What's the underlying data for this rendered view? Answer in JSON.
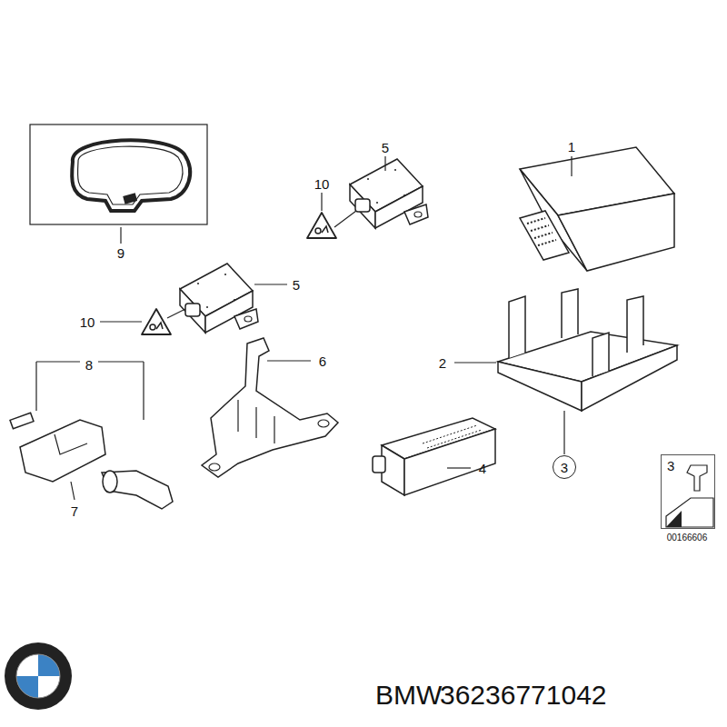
{
  "diagram": {
    "nodes": [
      {
        "text": [
          "3"
        ]
      },
      {
        "text": [
          "3"
        ]
      }
    ],
    "labels": [
      "1",
      "5",
      "10",
      "9",
      "5",
      "10",
      "8",
      "6",
      "2",
      "7",
      "4",
      "00166606",
      "BMW",
      "36236771042"
    ]
  }
}
